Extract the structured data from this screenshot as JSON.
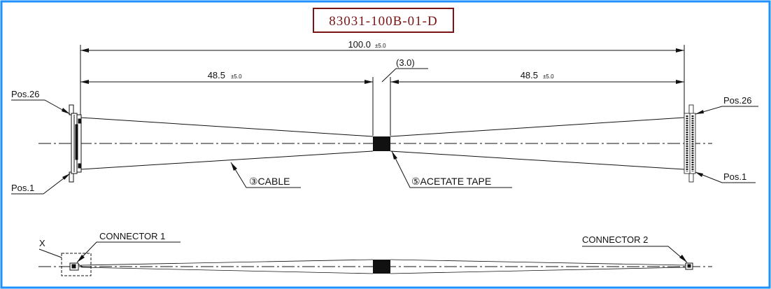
{
  "part_number": "83031-100B-01-D",
  "colors": {
    "frame": "#1e90ff",
    "title_border": "#7b1515",
    "title_text": "#7b1515",
    "ink": "#111111"
  },
  "dimensions": {
    "overall": {
      "value": "100.0",
      "tolerance": "±5.0"
    },
    "left": {
      "value": "48.5",
      "tolerance": "±5.0"
    },
    "right": {
      "value": "48.5",
      "tolerance": "±5.0"
    },
    "center": "(3.0)"
  },
  "labels": {
    "pos26_left": "Pos.26",
    "pos1_left": "Pos.1",
    "pos26_right": "Pos.26",
    "pos1_right": "Pos.1",
    "cable": "③CABLE",
    "acetate_tape": "⑤ACETATE TAPE",
    "connector1": "CONNECTOR 1",
    "connector2": "CONNECTOR 2",
    "detail_x": "X"
  }
}
